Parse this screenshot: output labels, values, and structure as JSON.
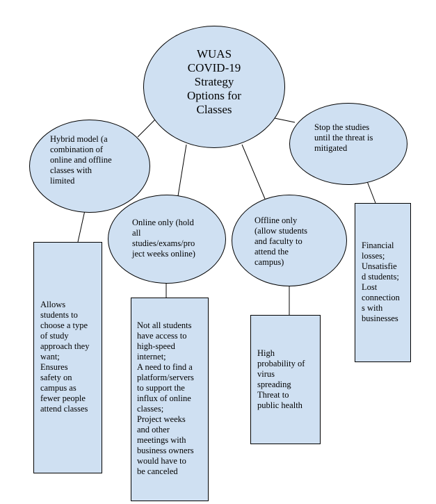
{
  "center": {
    "text": "WUAS\nCOVID-19\nStrategy\nOptions for\nClasses"
  },
  "options": [
    {
      "id": "hybrid",
      "text": "Hybrid model (a\ncombination of\nonline and offline\nclasses with\nlimited",
      "box": "Allows\nstudents to\nchoose a type\nof study\napproach they\nwant;\nEnsures\nsafety on\ncampus as\nfewer people\nattend classes"
    },
    {
      "id": "online",
      "text": "Online only (hold\nall\nstudies/exams/pro\nject weeks online)",
      "box": "Not all students\nhave access to\nhigh-speed\ninternet;\nA need to find a\nplatform/servers\nto support the\ninflux of online\nclasses;\nProject weeks\nand other\nmeetings with\nbusiness owners\nwould have to\nbe canceled"
    },
    {
      "id": "offline",
      "text": "Offline only\n(allow students\nand faculty to\nattend the\ncampus)",
      "box": "High\nprobability of\nvirus\nspreading\nThreat to\npublic health"
    },
    {
      "id": "stop",
      "text": "Stop the studies\nuntil the threat is\nmitigated",
      "box": "Financial\nlosses;\nUnsatisfie\nd students;\nLost\nconnection\ns with\nbusinesses"
    }
  ],
  "colors": {
    "fill": "#cfe0f2",
    "stroke": "#000000"
  }
}
